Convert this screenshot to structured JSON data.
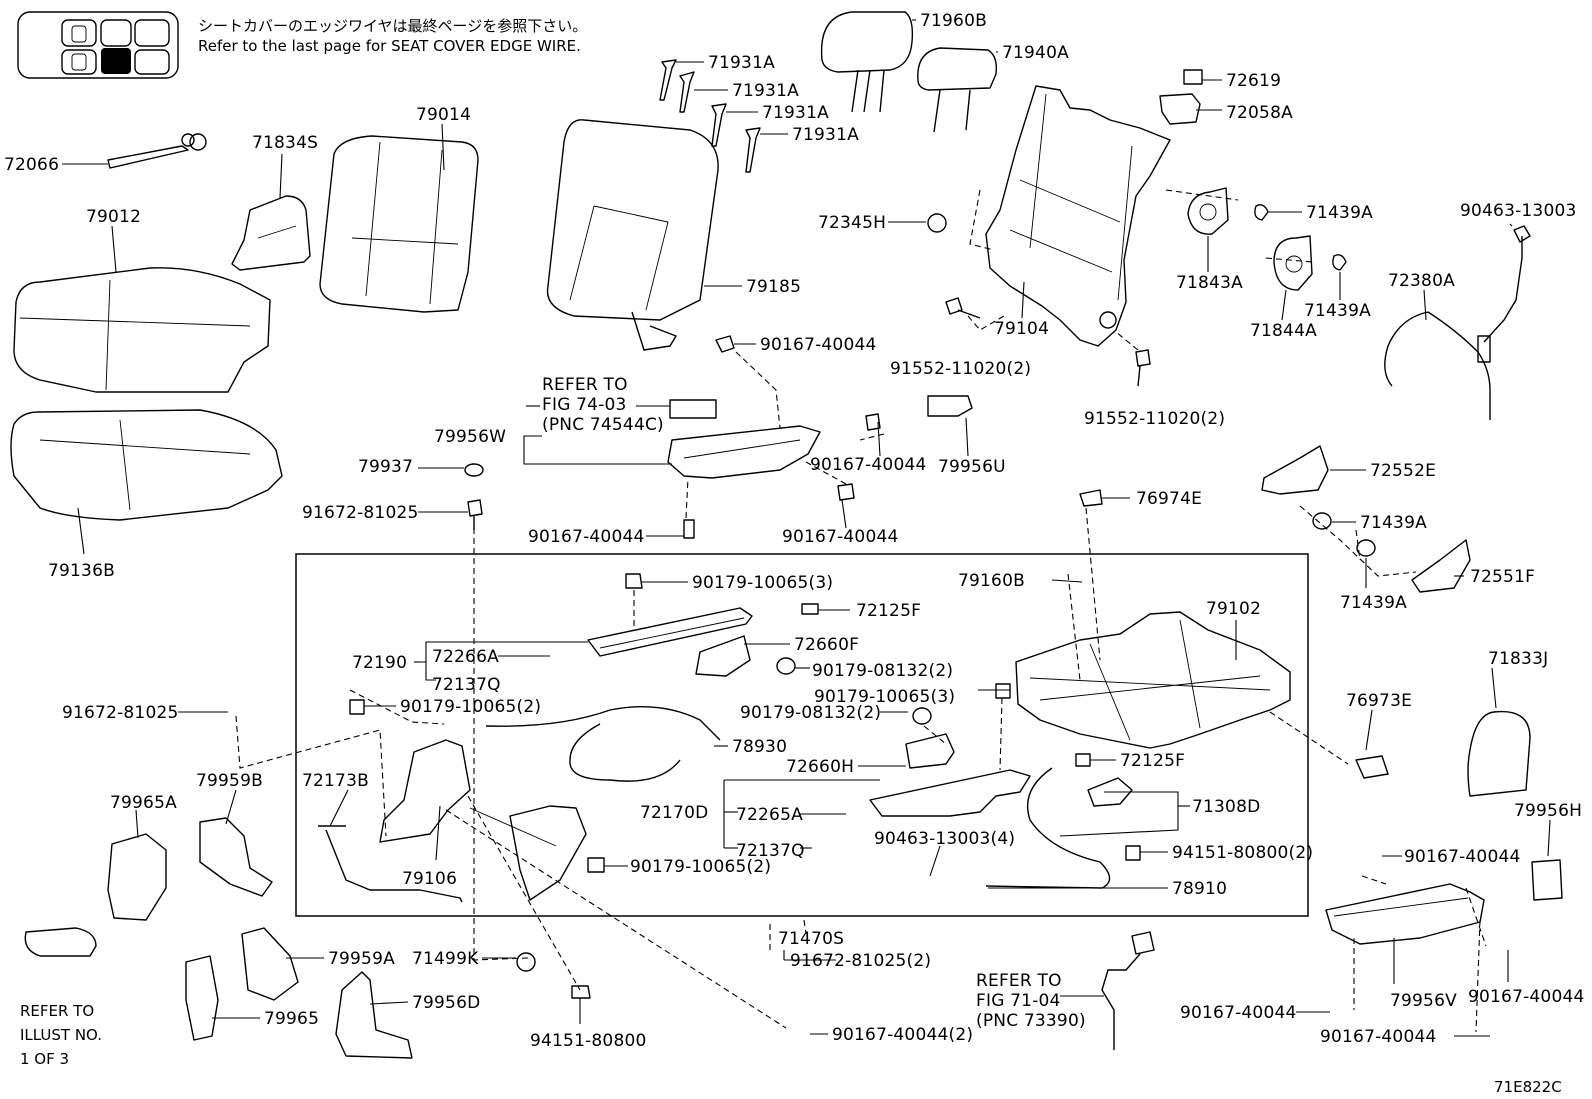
{
  "note": {
    "jp": "シートカバーのエッジワイヤは最終ページを参照下さい。",
    "en": "Refer to the last page for SEAT COVER EDGE WIRE."
  },
  "figure_id": "71E822C",
  "references": {
    "fig_74_03": [
      "REFER TO",
      "FIG 74-03",
      "(PNC 74544C)"
    ],
    "fig_71_04": [
      "REFER TO",
      "FIG 71-04",
      "(PNC 73390)"
    ],
    "illust": [
      "REFER TO",
      "ILLUST NO.",
      "1 OF 3"
    ]
  },
  "parts": {
    "p71960B": "71960B",
    "p71940A": "71940A",
    "p71931A_1": "71931A",
    "p71931A_2": "71931A",
    "p71931A_3": "71931A",
    "p71931A_4": "71931A",
    "p72619": "72619",
    "p72058A": "72058A",
    "p72066": "72066",
    "p71834S": "71834S",
    "p79014": "79014",
    "p79012": "79012",
    "p79185": "79185",
    "p72345H": "72345H",
    "p71439A_1": "71439A",
    "p90463_13003": "90463-13003",
    "p71843A": "71843A",
    "p79104": "79104",
    "p71844A": "71844A",
    "p71439A_2": "71439A",
    "p72380A": "72380A",
    "p91552_1": "91552-11020(2)",
    "p91552_2": "91552-11020(2)",
    "p90167_40044_a": "90167-40044",
    "p79956W": "79956W",
    "p90167_40044_b": "90167-40044",
    "p79956U": "79956U",
    "p79937": "79937",
    "p91672_81025_a": "91672-81025",
    "p90167_40044_c": "90167-40044",
    "p90167_40044_d": "90167-40044",
    "p79136B": "79136B",
    "p72552E": "72552E",
    "p76974E": "76974E",
    "p71439A_3": "71439A",
    "p72551F": "72551F",
    "p71439A_4": "71439A",
    "p90179_10065_3a": "90179-10065(3)",
    "p72125F_a": "72125F",
    "p79160B": "79160B",
    "p79102": "79102",
    "p72190": "72190",
    "p72266A": "72266A",
    "p72660F": "72660F",
    "p72137Q_a": "72137Q",
    "p90179_08132_a": "90179-08132(2)",
    "p90179_10065_3b": "90179-10065(3)",
    "p91672_81025_b": "91672-81025",
    "p90179_10065_2a": "90179-10065(2)",
    "p90179_08132_b": "90179-08132(2)",
    "p78930": "78930",
    "p72660H": "72660H",
    "p72125F_b": "72125F",
    "p72173B": "72173B",
    "p79959B": "79959B",
    "p72170D": "72170D",
    "p72265A": "72265A",
    "p71308D": "71308D",
    "p79965A": "79965A",
    "p72137Q_b": "72137Q",
    "p90463_13003_4": "90463-13003(4)",
    "p94151_80800_2": "94151-80800(2)",
    "p79106": "79106",
    "p90179_10065_2b": "90179-10065(2)",
    "p78910": "78910",
    "p71833J": "71833J",
    "p76973E": "76973E",
    "p79956H": "79956H",
    "p90167_40044_e": "90167-40044",
    "p71470S": "71470S",
    "p79959A": "79959A",
    "p71499K": "71499K",
    "p91672_81025_2": "91672-81025(2)",
    "p79956D": "79956D",
    "p79965": "79965",
    "p94151_80800": "94151-80800",
    "p90167_40044_2": "90167-40044(2)",
    "p79956V": "79956V",
    "p90167_40044_f": "90167-40044",
    "p90167_40044_g": "90167-40044",
    "p90167_40044_h": "90167-40044"
  }
}
